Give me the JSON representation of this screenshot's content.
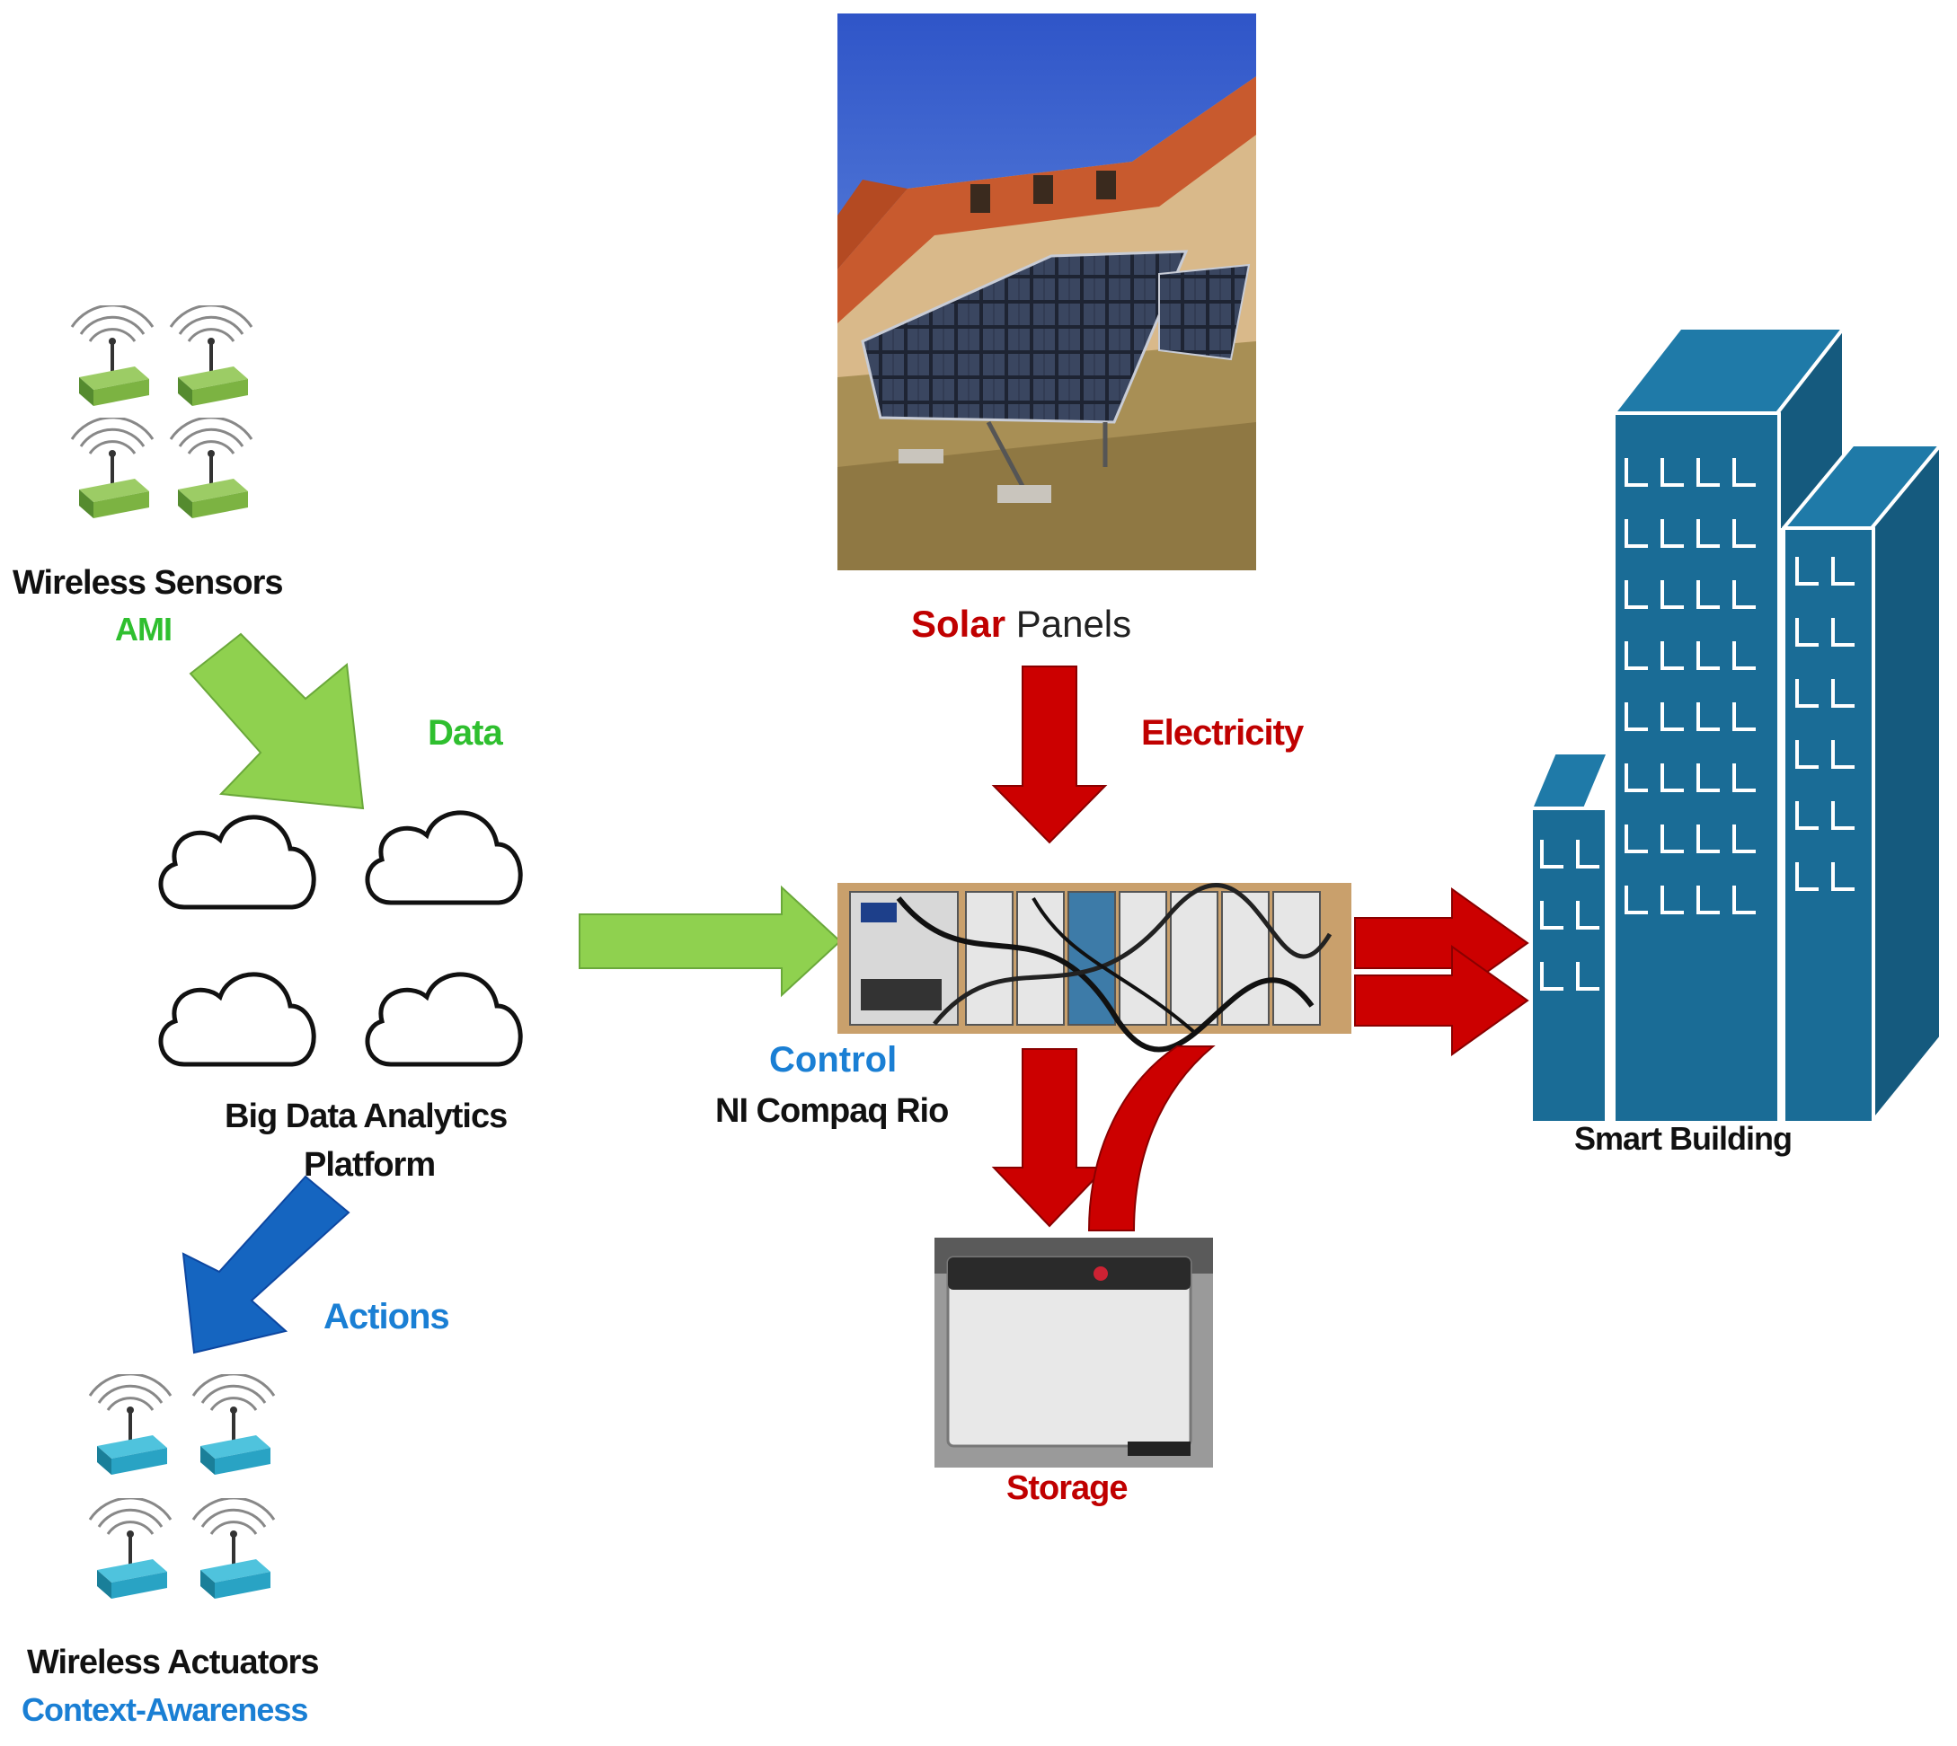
{
  "colors": {
    "data_arrow": "#8fd14f",
    "electricity_arrow": "#cc0000",
    "actions_arrow": "#1565c0",
    "building": "#1a6c96",
    "sensor": "#7cb342",
    "actuator": "#29a3c4"
  },
  "sensors": {
    "title": "Wireless Sensors",
    "subtitle": "AMI",
    "icon": "wireless-sensor-icon"
  },
  "data_label": "Data",
  "platform": {
    "title_line1": "Big Data Analytics",
    "title_line2": "Platform",
    "icon": "cloud-icon"
  },
  "actions_label": "Actions",
  "actuators": {
    "title": "Wireless Actuators",
    "subtitle": "Context-Awareness",
    "icon": "wireless-actuator-icon"
  },
  "solar": {
    "label_highlight": "Solar",
    "label_rest": "Panels"
  },
  "electricity_label": "Electricity",
  "control": {
    "title": "Control",
    "device": "NI Compaq Rio"
  },
  "storage_label": "Storage",
  "building_label": "Smart Building"
}
